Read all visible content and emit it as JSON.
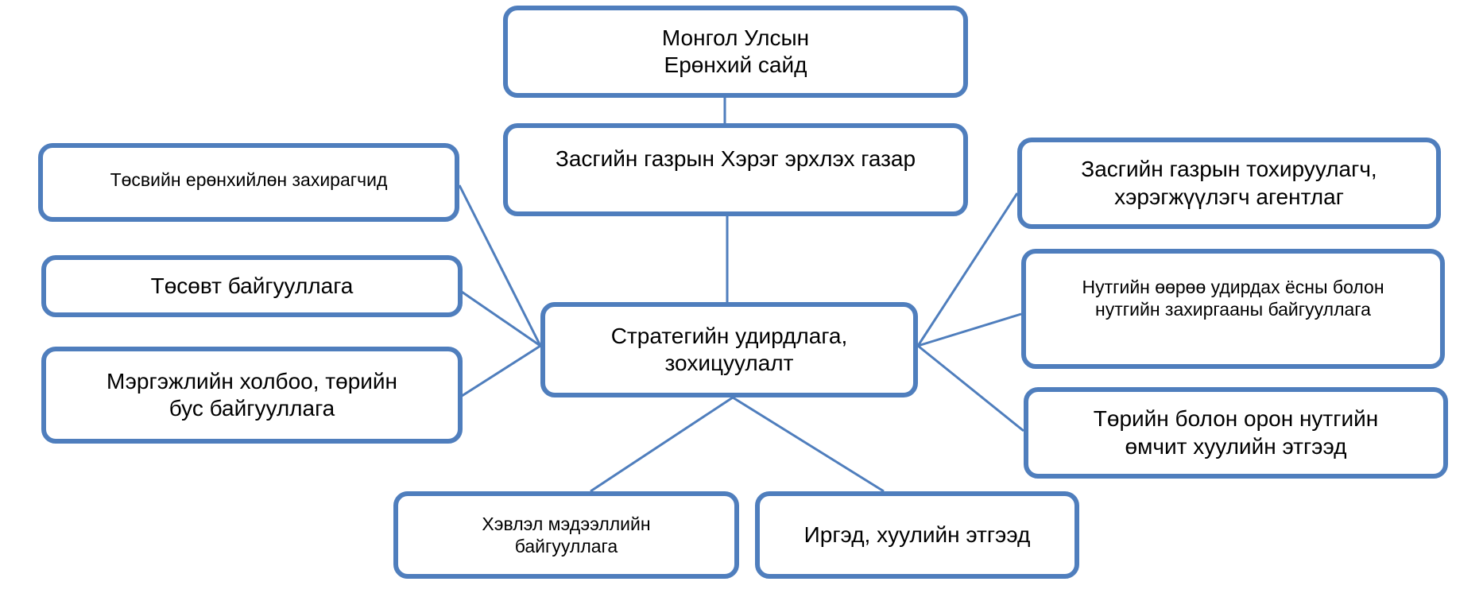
{
  "diagram": {
    "accent_color": "#4f7ebd",
    "nodes": {
      "prime_minister": {
        "line1": "Монгол Улсын",
        "line2": "Ерөнхий сайд"
      },
      "cabinet_office": "Засгийн газрын Хэрэг эрхлэх газар",
      "strategic": {
        "line1": "Стратегийн удирдлага,",
        "line2": "зохицуулалт"
      },
      "budget_governors": "Төсвийн ерөнхийлөн захирагчид",
      "budget_orgs": "Төсөвт байгууллага",
      "professional_assoc": {
        "line1": "Мэргэжлийн холбоо, төрийн",
        "line2": "бус байгууллага"
      },
      "agencies": {
        "line1": "Засгийн газрын тохируулагч,",
        "line2": "хэрэгжүүлэгч агентлаг"
      },
      "local_gov": {
        "line1": "Нутгийн өөрөө удирдах ёсны болон",
        "line2": "нутгийн захиргааны байгууллага"
      },
      "state_owned": {
        "line1": "Төрийн болон орон нутгийн",
        "line2": "өмчит хуулийн этгээд"
      },
      "media": {
        "line1": "Хэвлэл мэдээллийн",
        "line2": "байгууллага"
      },
      "citizens": "Иргэд, хуулийн этгээд"
    }
  }
}
